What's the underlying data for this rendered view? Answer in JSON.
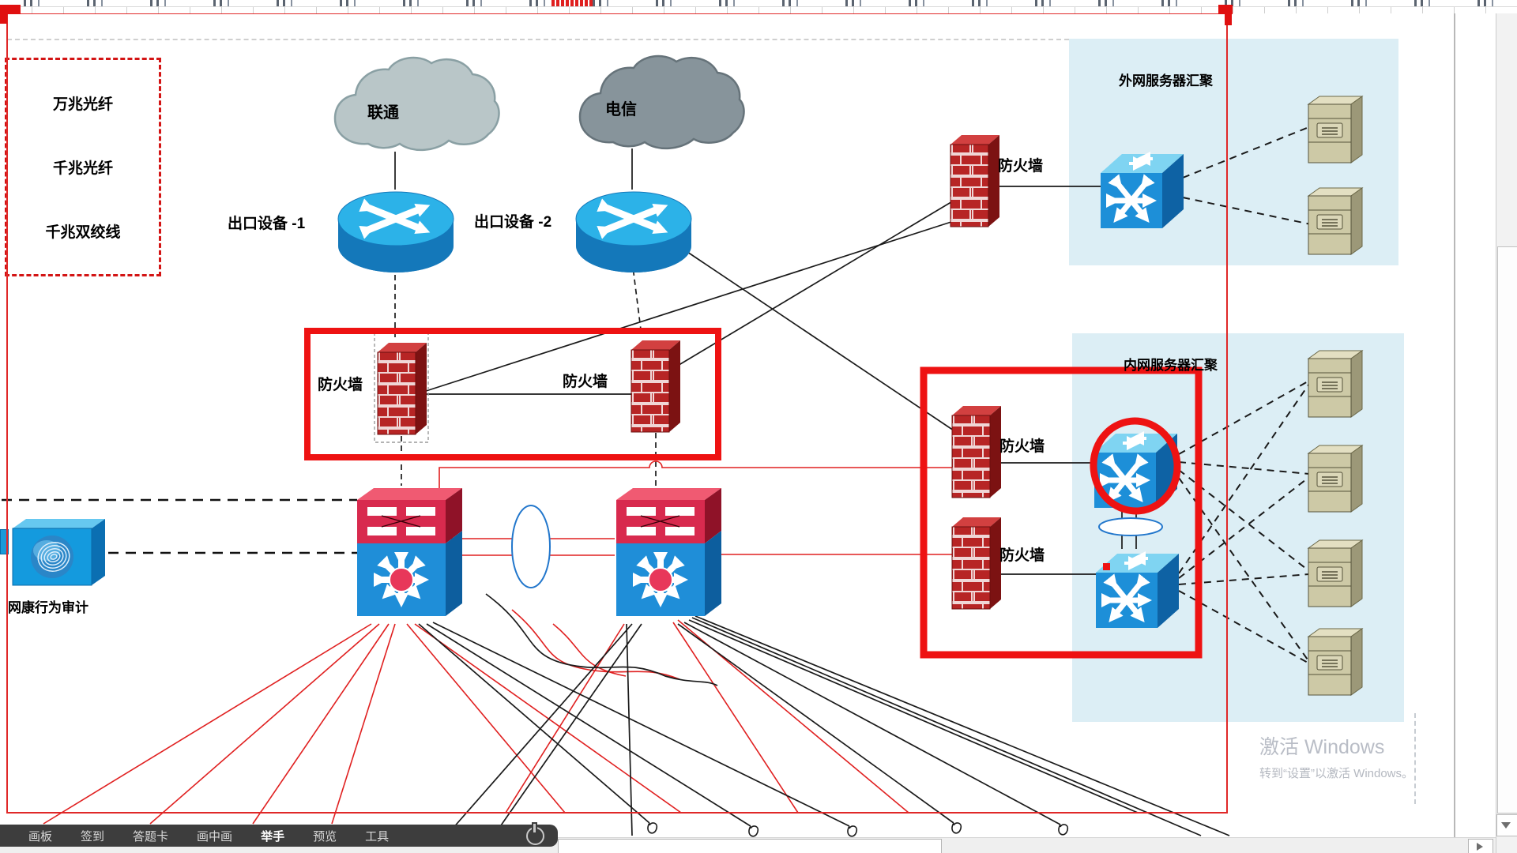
{
  "legend": {
    "items": [
      "万兆光纤",
      "千兆光纤",
      "千兆双绞线"
    ]
  },
  "diagram": {
    "clouds": [
      {
        "label": "联通"
      },
      {
        "label": "电信"
      }
    ],
    "routers": [
      {
        "label": "出口设备 -1"
      },
      {
        "label": "出口设备 -2"
      }
    ],
    "firewalls": [
      {
        "label": "防火墙"
      },
      {
        "label": "防火墙"
      },
      {
        "label": "防火墙"
      },
      {
        "label": "防火墙"
      },
      {
        "label": "防火墙"
      }
    ],
    "zones": [
      {
        "label": "外网服务器汇聚"
      },
      {
        "label": "内网服务器汇聚"
      }
    ],
    "audit": {
      "label": "网康行为审计"
    }
  },
  "watermark": {
    "line1": "激活 Windows",
    "line2": "转到“设置”以激活 Windows。"
  },
  "toolbar": {
    "items": [
      "画板",
      "签到",
      "答题卡",
      "画中画",
      "举手",
      "预览",
      "工具"
    ]
  },
  "colors": {
    "annotation_red": "#ee1212",
    "frame_red": "#e02828",
    "brick_red": "#b72525",
    "device_blue": "#1d8fd8",
    "core_red": "#d82a4e",
    "panel_blue": "#dceef5",
    "server_khaki": "#cdc9a6",
    "toolbar_dark": "#3d3d3d"
  }
}
